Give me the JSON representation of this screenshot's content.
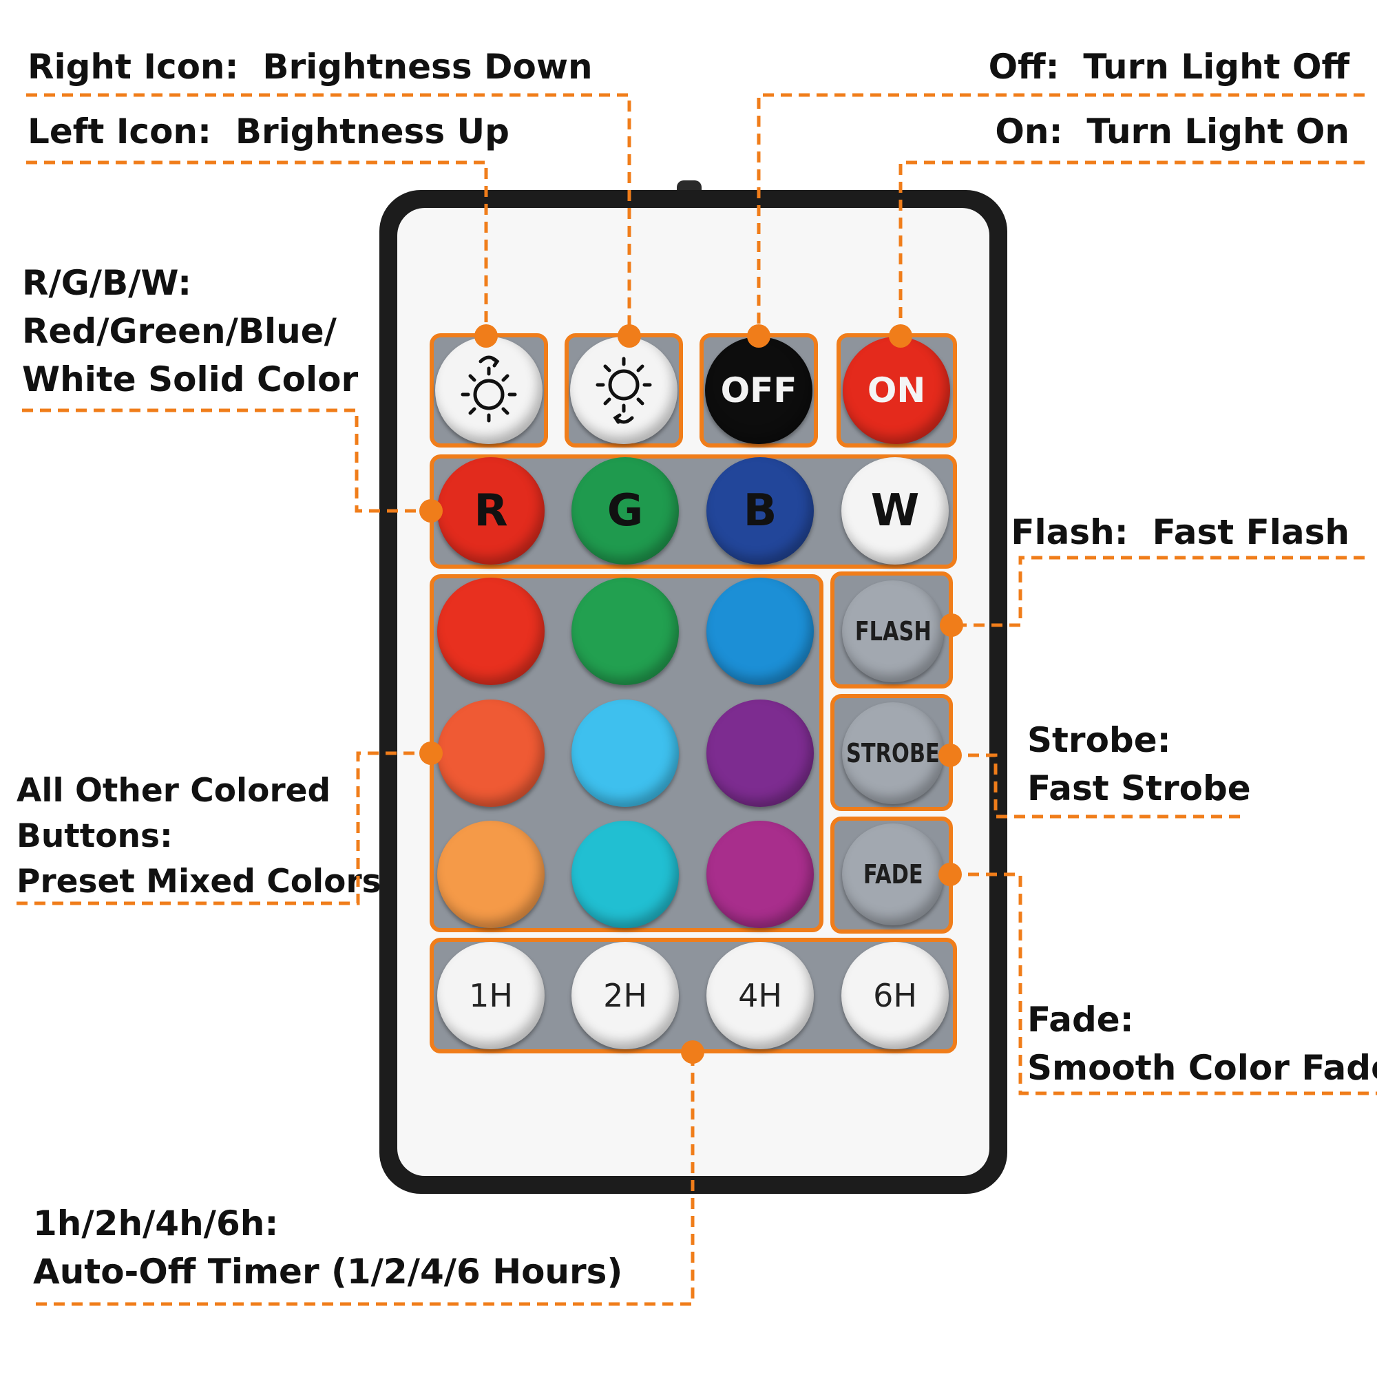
{
  "annotations": {
    "brightness_down": {
      "key": "Right Icon",
      "sep": ":",
      "desc": "Brightness Down"
    },
    "brightness_up": {
      "key": "Left Icon",
      "sep": ":",
      "desc": "Brightness Up"
    },
    "off": {
      "key": "Off",
      "sep": ":",
      "desc": "Turn Light Off"
    },
    "on": {
      "key": "On",
      "sep": ":",
      "desc": "Turn Light On"
    },
    "rgbw": {
      "key": "R/G/B/W",
      "sep": ":",
      "line2": "Red/Green/Blue/",
      "line3": "White Solid Color"
    },
    "flash": {
      "key": "Flash",
      "sep": ":",
      "desc": "Fast Flash"
    },
    "strobe": {
      "key": "Strobe",
      "sep": ":",
      "line2": "Fast Strobe"
    },
    "presets": {
      "line1": "All Other Colored",
      "line2": "Buttons",
      "sep": ":",
      "line3": "Preset Mixed Colors"
    },
    "fade": {
      "key": "Fade",
      "sep": ":",
      "line2": "Smooth Color Fade"
    },
    "timer": {
      "key": "1h/2h/4h/6h",
      "sep": ":",
      "line2": "Auto-Off Timer (1/2/4/6 Hours)"
    }
  },
  "buttons": {
    "brightness_up": {
      "icon": "brightness-up-icon",
      "color": "#f4f4f4"
    },
    "brightness_down": {
      "icon": "brightness-down-icon",
      "color": "#f4f4f4"
    },
    "off": {
      "label": "OFF",
      "color": "#0d0d0d"
    },
    "on": {
      "label": "ON",
      "color": "#e42a1c"
    },
    "r": {
      "label": "R",
      "color": "#e22b1d"
    },
    "g": {
      "label": "G",
      "color": "#1f9a4e"
    },
    "b": {
      "label": "B",
      "color": "#22469a"
    },
    "w": {
      "label": "W",
      "color": "#f4f4f4"
    },
    "flash": {
      "label": "FLASH",
      "color": "#a2a8b0"
    },
    "strobe": {
      "label": "STROBE",
      "color": "#a2a8b0"
    },
    "fade": {
      "label": "FADE",
      "color": "#a2a8b0"
    },
    "timer_1h": {
      "label": "1H",
      "color": "#f4f4f4"
    },
    "timer_2h": {
      "label": "2H",
      "color": "#f4f4f4"
    },
    "timer_4h": {
      "label": "4H",
      "color": "#f4f4f4"
    },
    "timer_6h": {
      "label": "6H",
      "color": "#f4f4f4"
    }
  },
  "preset_colors": [
    "#e8301f",
    "#22a050",
    "#1c8fd6",
    "#ef5a34",
    "#3ec0ee",
    "#7d2c90",
    "#f59a48",
    "#21bfd2",
    "#a82e8c"
  ],
  "accent_color": "#f07d1a"
}
